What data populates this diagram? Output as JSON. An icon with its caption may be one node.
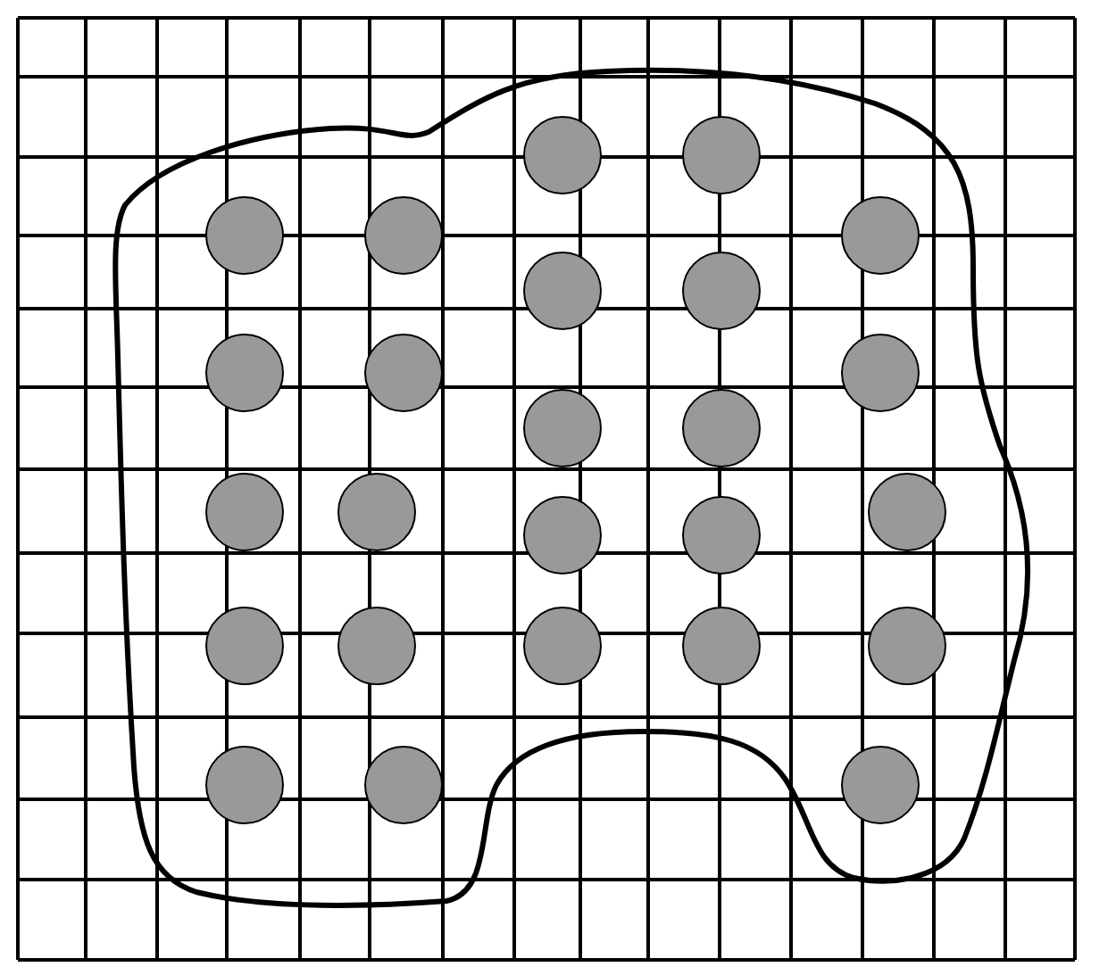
{
  "diagram": {
    "nodes": [
      {
        "text": [],
        "shape": "blob"
      },
      {
        "text": [],
        "shape": "circle",
        "in": 0
      },
      {
        "text": [],
        "shape": "circle",
        "in": 0
      },
      {
        "text": [],
        "shape": "circle",
        "in": 0
      },
      {
        "text": [],
        "shape": "circle",
        "in": 0
      },
      {
        "text": [],
        "shape": "circle",
        "in": 0
      },
      {
        "text": [],
        "shape": "circle",
        "in": 0
      },
      {
        "text": [],
        "shape": "circle",
        "in": 0
      },
      {
        "text": [],
        "shape": "circle",
        "in": 0
      },
      {
        "text": [],
        "shape": "circle",
        "in": 0
      },
      {
        "text": [],
        "shape": "circle",
        "in": 0
      },
      {
        "text": [],
        "shape": "circle",
        "in": 0
      },
      {
        "text": [],
        "shape": "circle",
        "in": 0
      },
      {
        "text": [],
        "shape": "circle",
        "in": 0
      },
      {
        "text": [],
        "shape": "circle",
        "in": 0
      },
      {
        "text": [],
        "shape": "circle",
        "in": 0
      },
      {
        "text": [],
        "shape": "circle",
        "in": 0
      },
      {
        "text": [],
        "shape": "circle",
        "in": 0
      },
      {
        "text": [],
        "shape": "circle",
        "in": 0
      },
      {
        "text": [],
        "shape": "circle",
        "in": 0
      },
      {
        "text": [],
        "shape": "circle",
        "in": 0
      },
      {
        "text": [],
        "shape": "circle",
        "in": 0
      },
      {
        "text": [],
        "shape": "circle",
        "in": 0
      },
      {
        "text": [],
        "shape": "circle",
        "in": 0
      },
      {
        "text": [],
        "shape": "circle",
        "in": 0
      },
      {
        "text": [],
        "shape": "circle",
        "in": 0
      }
    ]
  }
}
